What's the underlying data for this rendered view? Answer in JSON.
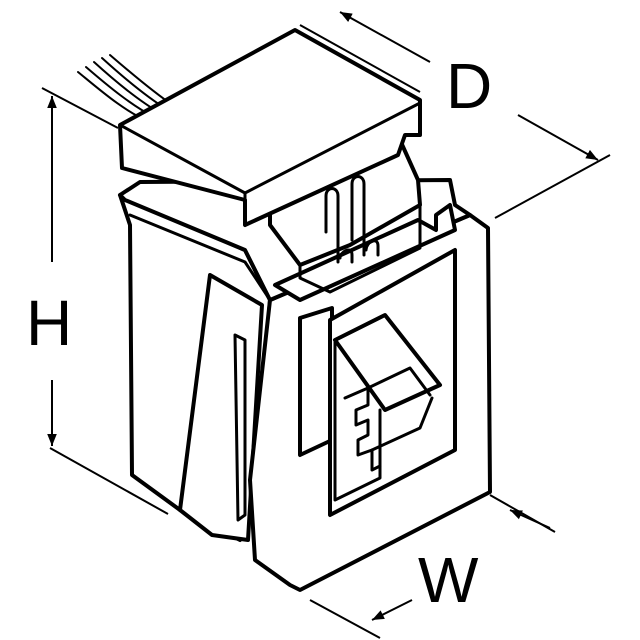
{
  "diagram": {
    "labels": {
      "depth": "D",
      "height": "H",
      "width": "W"
    },
    "colors": {
      "stroke": "#000000",
      "fill": "#ffffff"
    }
  }
}
